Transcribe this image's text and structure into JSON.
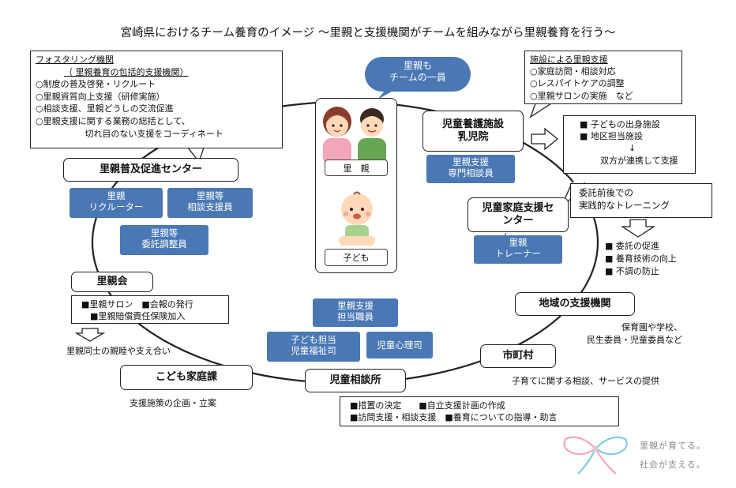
{
  "title": "宮崎県におけるチーム養育のイメージ ～里親と支援機関がチームを組みながら里親養育を行う～",
  "center": {
    "bubble": "里親も\nチームの一員",
    "foster_parents_label": "里　親",
    "child_label": "子ども"
  },
  "fostering_agency_note": {
    "heading": "フォスタリング機関",
    "subheading": "（ 里親養育の包括的支援機関）",
    "items": [
      "○制度の普及啓発・リクルート",
      "○里親資質向上支援（研修実施）",
      "○相談支援、里親どうしの交流促進",
      "○里親支援に関する業務の総括として、",
      "　 切れ目のない支援をコーディネート"
    ]
  },
  "facility_note": {
    "heading": "施設による里親支援",
    "items": [
      "○家庭訪問・相談対応",
      "○レスパイトケアの調整",
      "○里親サロンの実施　など"
    ]
  },
  "facility_side_note": {
    "items": [
      "■ 子どもの出身施設",
      "■ 地区担当施設",
      "↓",
      "双方が連携して支援"
    ]
  },
  "training_note": {
    "text": "委託前後での\n実践的なトレーニング"
  },
  "training_results": {
    "items": [
      "■ 委託の促進",
      "■ 養育技術の向上",
      "■ 不調の防止"
    ]
  },
  "nodes": {
    "promotion_center": "里親普及促進センター",
    "institution": "児童養護施設\n乳児院",
    "family_support_center": "児童家庭支援セ\nンター",
    "local_support": "地域の支援機関",
    "municipality": "市町村",
    "guidance_center": "児童相談所",
    "family_division": "こども家庭課",
    "foster_society": "里親会"
  },
  "roles": {
    "recruiter": "里親\nリクルーター",
    "consultant": "里親等\n相談支援員",
    "coordinator": "里親等\n委託調整員",
    "institution_consultant": "里親支援\n専門相談員",
    "trainer": "里親\nトレーナー",
    "support_staff": "里親支援\n担当職員",
    "child_welfare_officer": "子ども担当\n児童福祉司",
    "psychologist": "児童心理司"
  },
  "foster_society_note": {
    "items": [
      "■里親サロン　■会報の発行",
      "　■里親賠償責任保険加入"
    ]
  },
  "foster_society_result": "里親同士の親睦や支え合い",
  "family_division_note": "支援施策の企画・立案",
  "local_support_note": "保育園や学校、\n民生委員・児童委員など",
  "municipality_note": "子育てに関する相談、サービスの提供",
  "guidance_center_note": {
    "items": [
      "■措置の決定　　■自立支援計画の作成",
      "■訪問支援・相談支援　■養育についての指導・助言"
    ]
  },
  "brand": {
    "line1": "里親が育てる。",
    "line2": "社会が支える。"
  }
}
